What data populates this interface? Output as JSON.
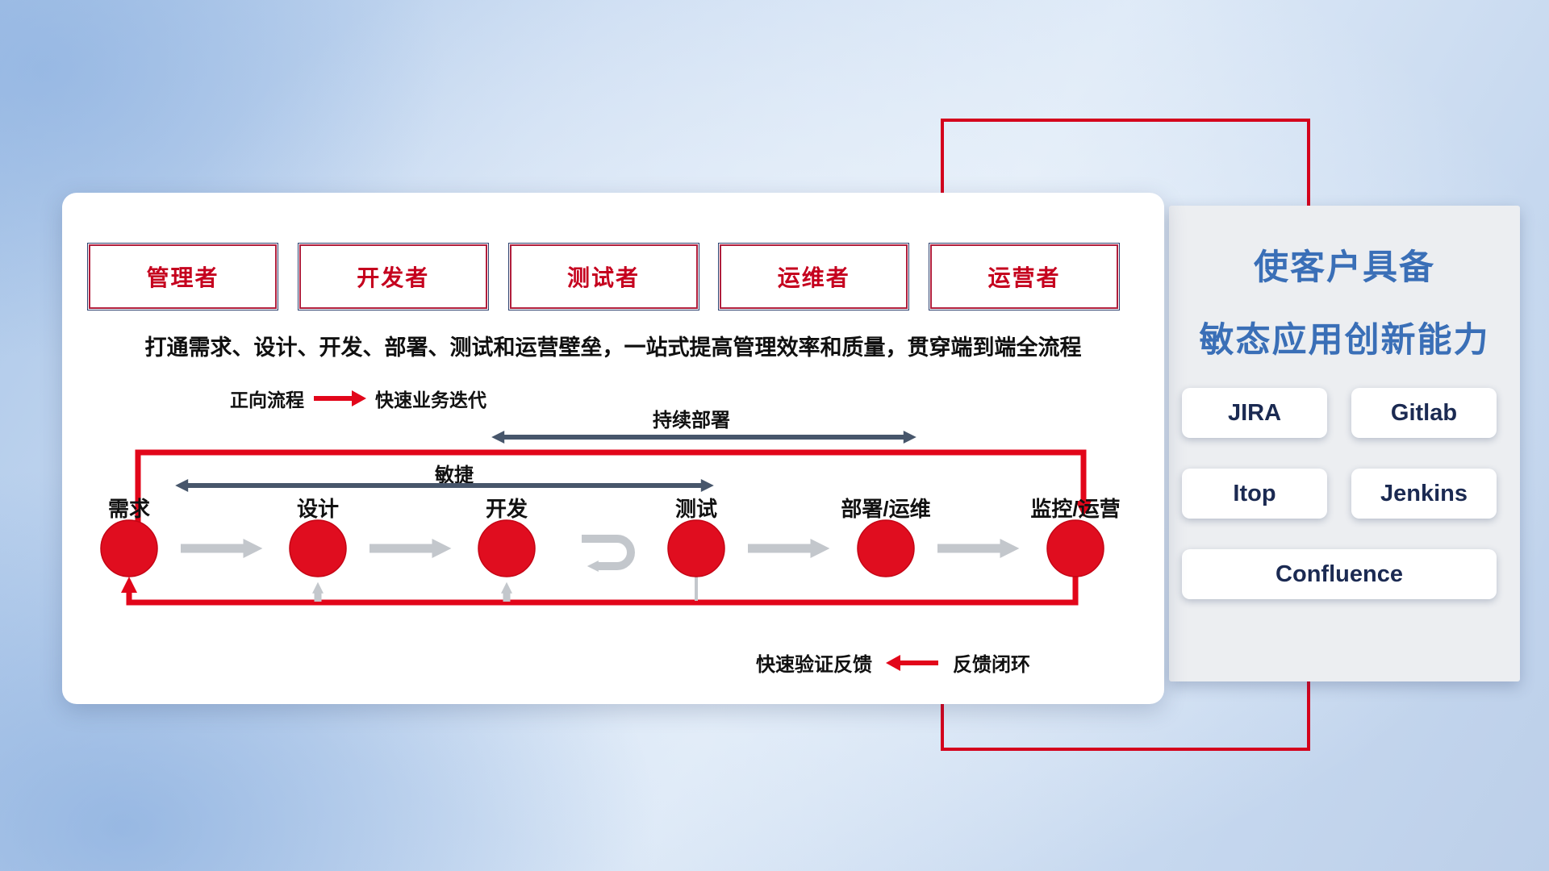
{
  "roles": [
    "管理者",
    "开发者",
    "测试者",
    "运维者",
    "运营者"
  ],
  "headline": "打通需求、设计、开发、部署、测试和运营壁垒，一站式提高管理效率和质量，贯穿端到端全流程",
  "forward_legend": {
    "label": "正向流程",
    "value": "快速业务迭代"
  },
  "feedback_legend": {
    "label": "快速验证反馈",
    "value": "反馈闭环"
  },
  "flow": {
    "agile": "敏捷",
    "continuous_deployment": "持续部署",
    "stages": [
      "需求",
      "设计",
      "开发",
      "测试",
      "部署/运维",
      "监控/运营"
    ]
  },
  "side_panel": {
    "title_line1": "使客户具备",
    "title_line2": "敏态应用创新能力",
    "tools": [
      "JIRA",
      "Gitlab",
      "Itop",
      "Jenkins",
      "Confluence"
    ]
  },
  "colors": {
    "accent_red": "#e2061a",
    "role_text_red": "#c5001e",
    "title_blue": "#3a6fb7",
    "arrow_dark": "#47566b",
    "arrow_gray": "#c3c7cc"
  }
}
